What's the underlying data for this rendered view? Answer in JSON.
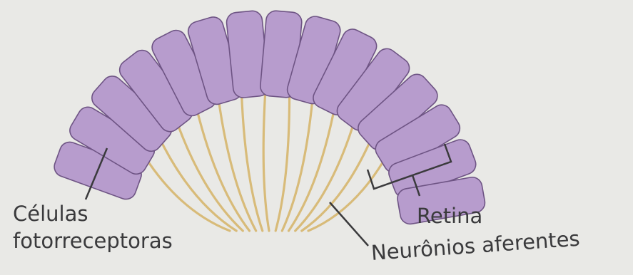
{
  "labels": {
    "photoreceptors": [
      "Células",
      "fotorreceptoras"
    ],
    "retina": "Retina",
    "afferent_neurons": "Neurônios aferentes"
  },
  "colors": {
    "background": "#e9e9e6",
    "cell_fill": "#b79ccd",
    "cell_stroke": "#6e5484",
    "nerve_fiber": "#d8bb79",
    "leader_line": "#3a3a3c"
  },
  "diagram": {
    "photoreceptor_cell_count": 15,
    "nerve_fiber_count": 13
  }
}
